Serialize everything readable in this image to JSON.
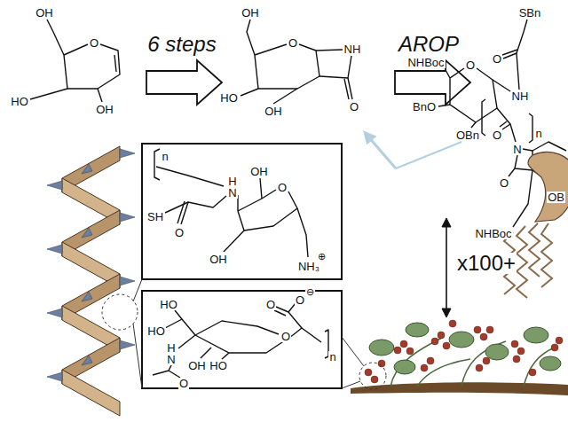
{
  "diagram": {
    "labels": [
      "OH",
      "O",
      "HO",
      "OH",
      "6 steps",
      "OH",
      "O",
      "NH",
      "HO",
      "OH",
      "O",
      "AROP",
      "SBn",
      "NHBoc",
      "O",
      "O",
      "NH",
      "BnO",
      "OBn",
      "O",
      "n",
      "N",
      "O",
      "OB",
      "NHBoc",
      "x100+",
      "n",
      "SH",
      "O",
      "H",
      "N",
      "OH",
      "O",
      "OH",
      "NH₃",
      "⊕",
      "HO",
      "O",
      "O",
      "⊖",
      "HO",
      "O",
      "H",
      "N",
      "OH",
      "HO",
      "O",
      "n"
    ]
  }
}
